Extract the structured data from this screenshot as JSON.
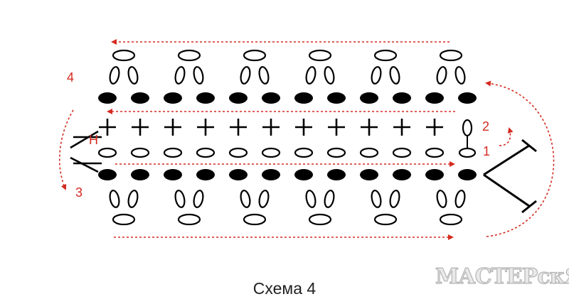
{
  "diagram": {
    "caption": "Схема 4",
    "row_labels": [
      "1",
      "2",
      "3",
      "4"
    ],
    "marker_label": "H",
    "watermark": "МАСТЕРскЯ",
    "colors": {
      "stitch": "#000000",
      "arrow": "#d42a20",
      "label": "#d42a20",
      "background": "#ffffff"
    },
    "rows": [
      {
        "row": 1,
        "symbol": "chain",
        "count": 12,
        "start_symbol": "slip-stitch"
      },
      {
        "row": 2,
        "symbol": "single-crochet",
        "count": 11,
        "turning": "chain"
      },
      {
        "row": 3,
        "symbol": "filled-oval",
        "count": 12,
        "scallops": 6
      },
      {
        "row": 4,
        "symbol": "filled-oval",
        "count": 12,
        "scallops": 6
      }
    ]
  }
}
